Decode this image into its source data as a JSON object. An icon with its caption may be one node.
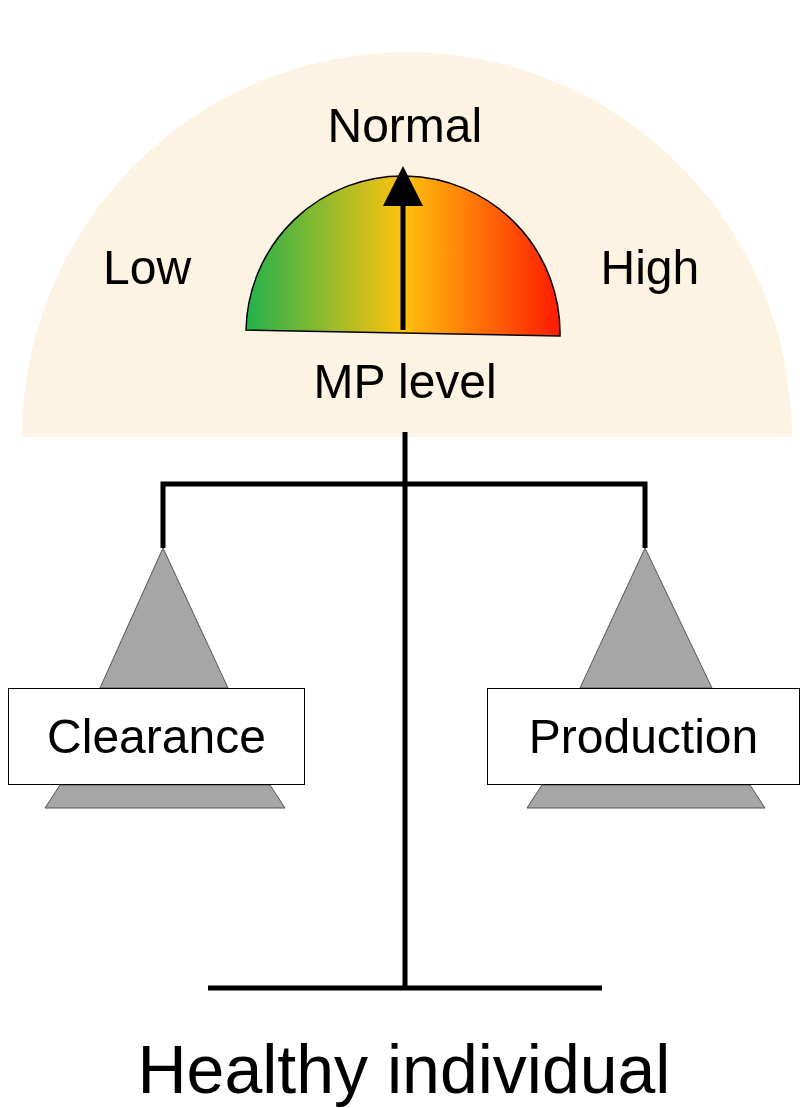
{
  "diagram": {
    "caption": "Healthy individual",
    "nodes": [
      {
        "text": [
          "Clearance"
        ]
      },
      {
        "text": [
          "Production"
        ]
      }
    ],
    "labels": [
      "Normal",
      "Low",
      "High",
      "MP level"
    ]
  }
}
